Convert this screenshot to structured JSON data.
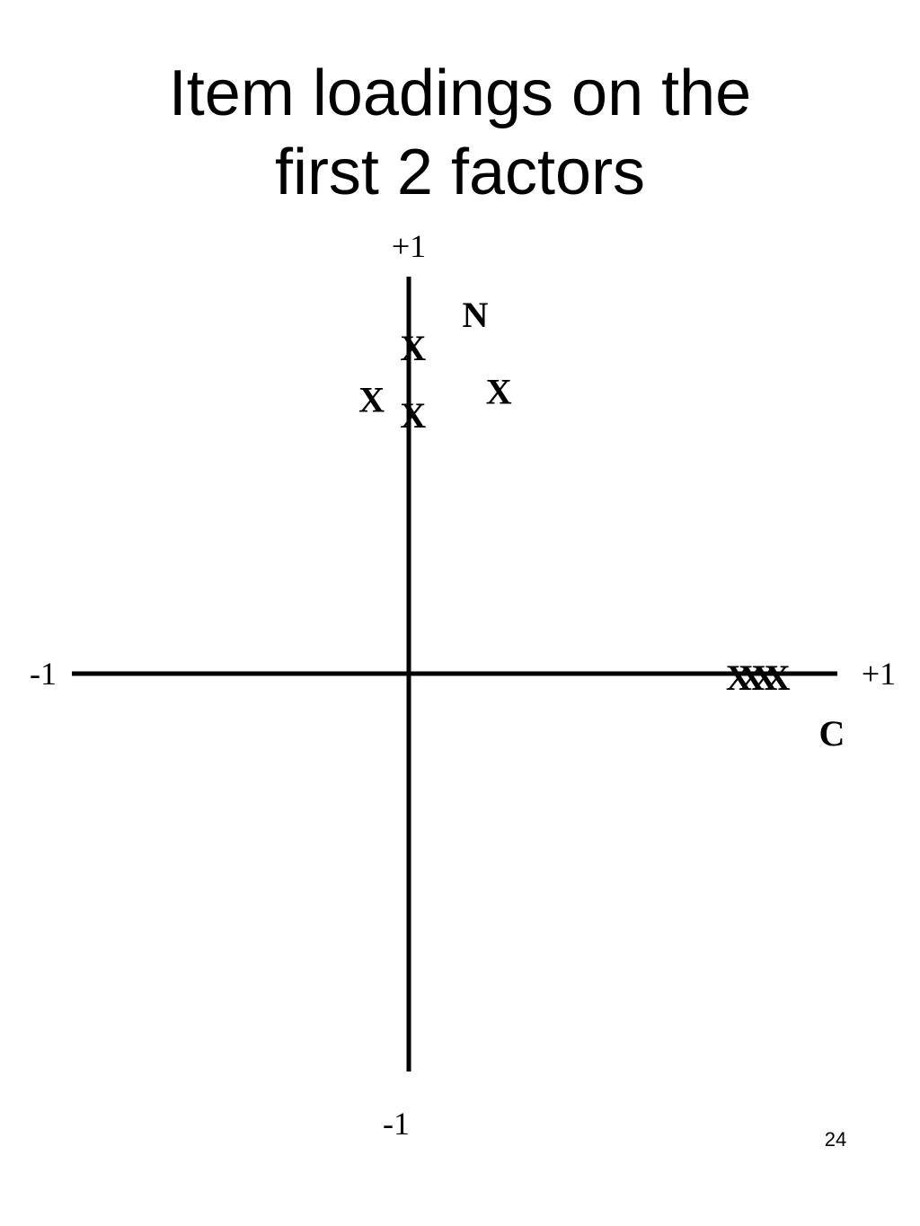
{
  "slide": {
    "title_line1": "Item loadings on the",
    "title_line2": "first 2 factors",
    "slide_number": "24"
  },
  "chart_data": {
    "type": "scatter",
    "title": "Item loadings on the first 2 factors",
    "xlim": [
      -1,
      1
    ],
    "ylim": [
      -1,
      1
    ],
    "grid": false,
    "x_axis_name": "C",
    "y_axis_name": "N",
    "tick_labels": {
      "x_min": "-1",
      "x_max": "+1",
      "y_min": "-1",
      "y_max": "+1"
    },
    "marker": "X",
    "color": "#000000",
    "points": [
      {
        "x": 0.01,
        "y": 0.82
      },
      {
        "x": -0.11,
        "y": 0.69
      },
      {
        "x": 0.01,
        "y": 0.65
      },
      {
        "x": 0.21,
        "y": 0.71
      },
      {
        "x": 0.77,
        "y": -0.01
      },
      {
        "x": 0.8,
        "y": -0.01
      },
      {
        "x": 0.83,
        "y": -0.01
      },
      {
        "x": 0.86,
        "y": -0.01
      }
    ]
  }
}
